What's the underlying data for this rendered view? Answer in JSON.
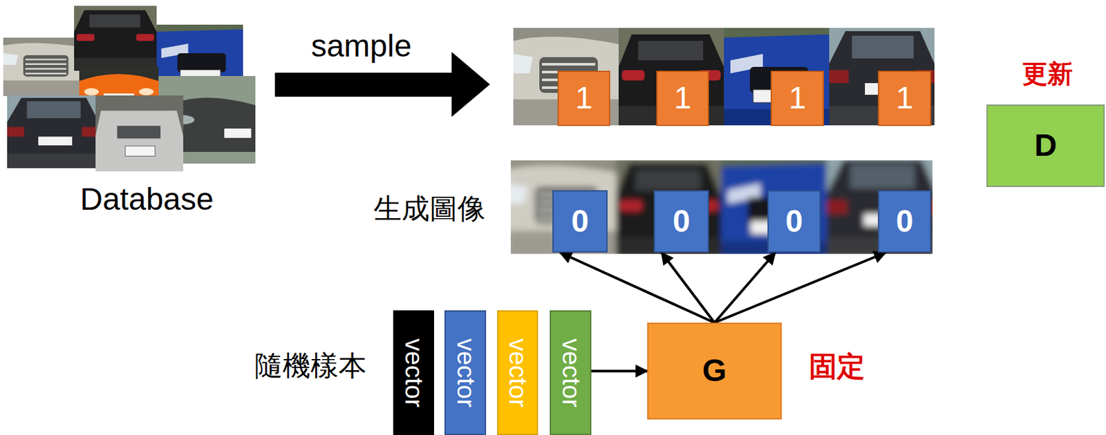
{
  "diagram": {
    "nodes": [
      {
        "text": [
          "1"
        ]
      },
      {
        "text": [
          "1"
        ]
      },
      {
        "text": [
          "1"
        ]
      },
      {
        "text": [
          "1"
        ]
      },
      {
        "text": [
          "D"
        ]
      },
      {
        "text": [
          "0"
        ]
      },
      {
        "text": [
          "0"
        ]
      },
      {
        "text": [
          "0"
        ]
      },
      {
        "text": [
          "0"
        ]
      },
      {
        "text": [
          "vector"
        ]
      },
      {
        "text": [
          "vector"
        ]
      },
      {
        "text": [
          "vector"
        ]
      },
      {
        "text": [
          "vector"
        ]
      },
      {
        "text": [
          "G"
        ]
      }
    ],
    "edges": [
      {
        "from": 13,
        "to": 5,
        "arrow": "to"
      },
      {
        "from": 13,
        "to": 6,
        "arrow": "to"
      },
      {
        "from": 13,
        "to": 7,
        "arrow": "to"
      },
      {
        "from": 13,
        "to": 8,
        "arrow": "to"
      },
      {
        "from": 12,
        "to": 13,
        "arrow": "to"
      }
    ],
    "labels": [
      "sample",
      "更新",
      "Database",
      "生成圖像",
      "隨機樣本",
      "固定"
    ]
  }
}
